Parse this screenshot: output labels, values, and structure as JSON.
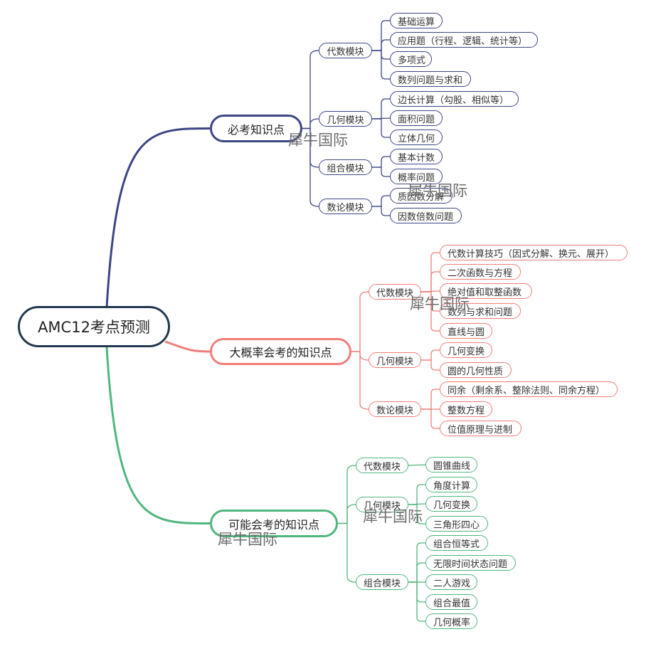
{
  "root": {
    "label": "AMC12考点预测"
  },
  "colors": {
    "root": "#23394f",
    "branch0": "#3d4585",
    "branch1": "#f07d7a",
    "branch2": "#4fb67e"
  },
  "branches": [
    {
      "label": "必考知识点",
      "modules": [
        {
          "label": "代数模块",
          "leaves": [
            "基础运算",
            "应用题（行程、逻辑、统计等）",
            "多项式",
            "数列问题与求和"
          ]
        },
        {
          "label": "几何模块",
          "leaves": [
            "边长计算（勾股、相似等）",
            "面积问题",
            "立体几何"
          ]
        },
        {
          "label": "组合模块",
          "leaves": [
            "基本计数",
            "概率问题"
          ]
        },
        {
          "label": "数论模块",
          "leaves": [
            "质因数分解",
            "因数倍数问题"
          ]
        }
      ]
    },
    {
      "label": "大概率会考的知识点",
      "modules": [
        {
          "label": "代数模块",
          "leaves": [
            "代数计算技巧（因式分解、换元、展开）",
            "二次函数与方程",
            "绝对值和取整函数",
            "数列与求和问题",
            "直线与圆"
          ]
        },
        {
          "label": "几何模块",
          "leaves": [
            "几何变换",
            "圆的几何性质"
          ]
        },
        {
          "label": "数论模块",
          "leaves": [
            "同余（剩余系、整除法则、同余方程）",
            "整数方程",
            "位值原理与进制"
          ]
        }
      ]
    },
    {
      "label": "可能会考的知识点",
      "modules": [
        {
          "label": "代数模块",
          "leaves": [
            "圆锥曲线"
          ]
        },
        {
          "label": "几何模块",
          "leaves": [
            "角度计算",
            "几何变换",
            "三角形四心"
          ]
        },
        {
          "label": "组合模块",
          "leaves": [
            "组合恒等式",
            "无限时间状态问题",
            "二人游戏",
            "组合最值",
            "几何概率"
          ]
        }
      ]
    }
  ],
  "watermarks": [
    "犀牛国际",
    "犀牛国际",
    "犀牛国际",
    "犀牛国际",
    "犀牛国际"
  ]
}
